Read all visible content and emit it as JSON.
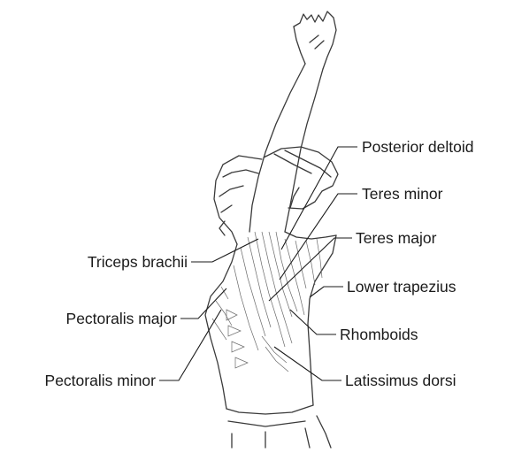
{
  "labels": {
    "posterior_deltoid": "Posterior deltoid",
    "teres_minor": "Teres minor",
    "teres_major": "Teres major",
    "lower_trapezius": "Lower trapezius",
    "rhomboids": "Rhomboids",
    "latissimus_dorsi": "Latissimus dorsi",
    "triceps_brachii": "Triceps brachii",
    "pectoralis_major": "Pectoralis major",
    "pectoralis_minor": "Pectoralis minor"
  }
}
